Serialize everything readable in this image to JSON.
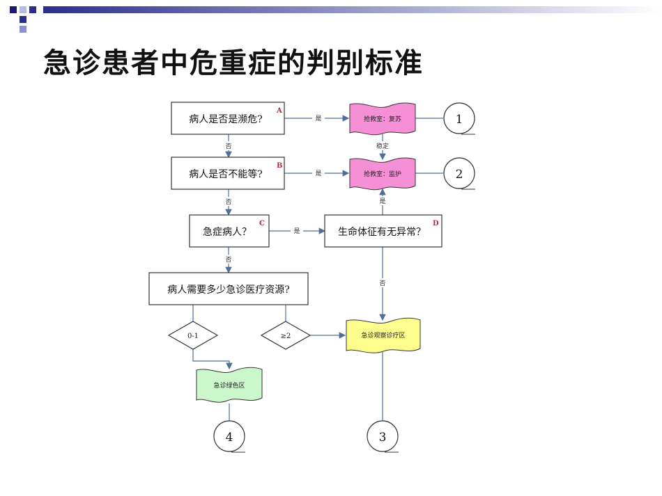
{
  "slide": {
    "title": "急诊患者中危重症的判别标准"
  },
  "flowchart": {
    "boxes": {
      "a": {
        "text": "病人是否是濒危?",
        "marker": "A"
      },
      "b": {
        "text": "病人是否不能等?",
        "marker": "B"
      },
      "c": {
        "text": "急症病人？",
        "marker": "C"
      },
      "d": {
        "text": "生命体征有无异常？",
        "marker": "D"
      },
      "resources": {
        "text": "病人需要多少急诊医疗资源?"
      }
    },
    "diamonds": {
      "low": "0-1",
      "high": "≥2"
    },
    "documents": {
      "rescue_recovery": "抢救室：复苏",
      "rescue_monitor": "抢救室：监护",
      "observation": "急诊观察诊疗区",
      "green": "急诊绿色区"
    },
    "circles": {
      "c1": "1",
      "c2": "2",
      "c3": "3",
      "c4": "4"
    },
    "edge_labels": {
      "yes_a": "是",
      "yes_b": "是",
      "yes_c": "是",
      "yes_d": "是",
      "no_a": "否",
      "no_b": "否",
      "no_c": "否",
      "no_d": "否",
      "stable": "稳定"
    },
    "colors": {
      "pink": "#f58fd6",
      "yellow": "#fdfd8e",
      "green": "#ccf7cc",
      "line": "#4f6f99",
      "marker": "#c0253a"
    }
  }
}
